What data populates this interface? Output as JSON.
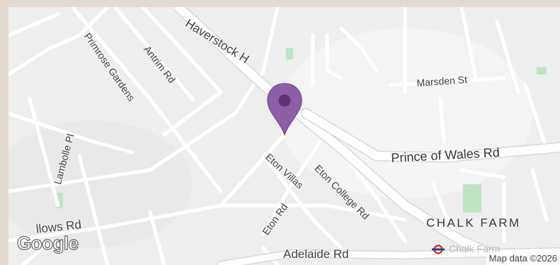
{
  "map": {
    "roads": {
      "haverstock": "Haverstock H",
      "primrose": "Primrose Gardens",
      "antrim": "Antrim Rd",
      "lambolle": "Lambolle Pl",
      "marsden": "Marsden St",
      "prince_of_wales": "Prince of Wales Rd",
      "eton_villas": "Eton Villas",
      "eton_college": "Eton College Rd",
      "eton_rd": "Eton Rd",
      "willows": "llows Rd",
      "adelaide": "Adelaide Rd"
    },
    "district": "CHALK FARM",
    "station_faded": "Chalk Farm",
    "attribution": "Map data ©2026",
    "logo": "Google",
    "marker_color": "#8e5ea8"
  }
}
